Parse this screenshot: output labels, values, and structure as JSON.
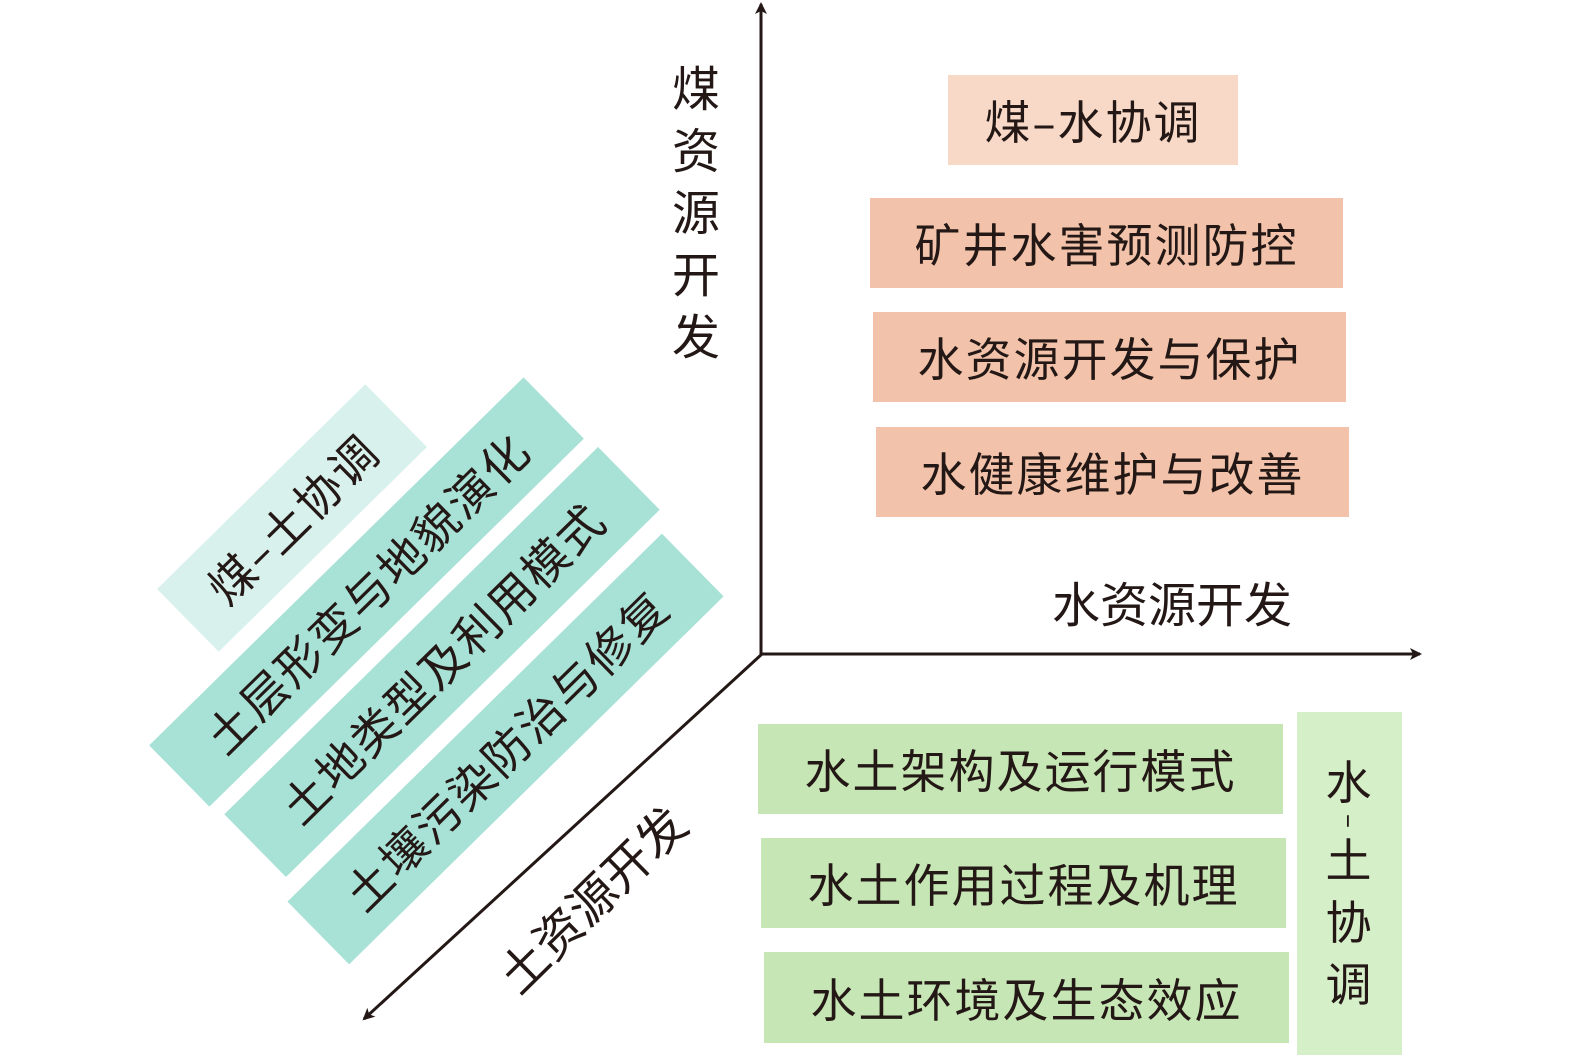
{
  "axes": {
    "coal": "煤资源开发",
    "water": "水资源开发",
    "soil": "土资源开发"
  },
  "coal_water": {
    "title": "煤–水协调",
    "items": [
      "矿井水害预测防控",
      "水资源开发与保护",
      "水健康维护与改善"
    ]
  },
  "coal_soil": {
    "title": "煤–土协调",
    "items": [
      "土层形变与地貌演化",
      "土地类型及利用模式",
      "土壤污染防治与修复"
    ]
  },
  "water_soil": {
    "title": "水–土协调",
    "title_chars": [
      "水",
      "–",
      "土",
      "协",
      "调"
    ],
    "items": [
      "水土架构及运行模式",
      "水土作用过程及机理",
      "水土环境及生态效应"
    ]
  },
  "colors": {
    "coal_water_title": "#f8d8c7",
    "coal_water_item": "#f2c3aa",
    "coal_soil_title": "#d8f1ec",
    "coal_soil_item": "#a8e1d6",
    "water_soil_title": "#d5efc9",
    "water_soil_item": "#c6e6b5"
  }
}
